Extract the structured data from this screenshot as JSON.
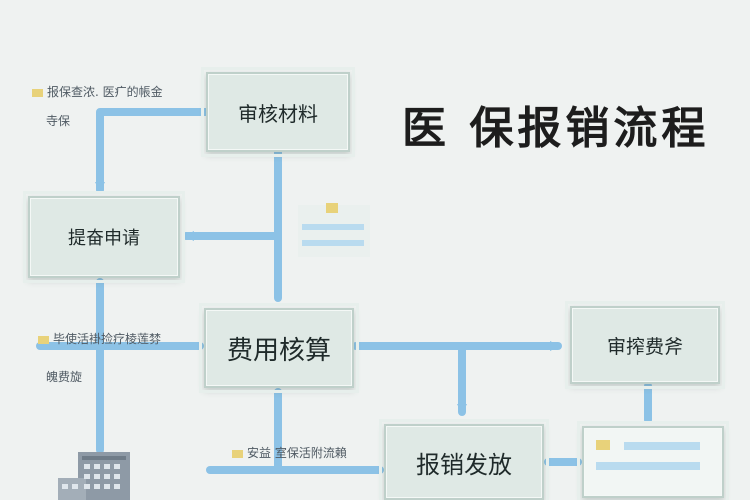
{
  "title": "医 保报销流程",
  "steps": {
    "review_materials": "审核材料",
    "submit_application": "提奋申请",
    "cost_accounting": "费用核算",
    "review_expenses": "审搾费斧",
    "reimbursement_payout": "报销发放"
  },
  "notes": {
    "top_left_line1": "报保查浓. 医疒的帳金",
    "top_left_line2": "寺保",
    "mid_left_line1": "毕使活褂捡疗棱莲棼",
    "mid_left_line2": "魄费旋",
    "bottom_center": "安益  室保活附流賴"
  },
  "colors": {
    "connector": "#8cc2e6",
    "box_fill": "#dfe9e5",
    "tag": "#e8d27a"
  },
  "icons": [
    "building-icon",
    "document-card-icon"
  ]
}
